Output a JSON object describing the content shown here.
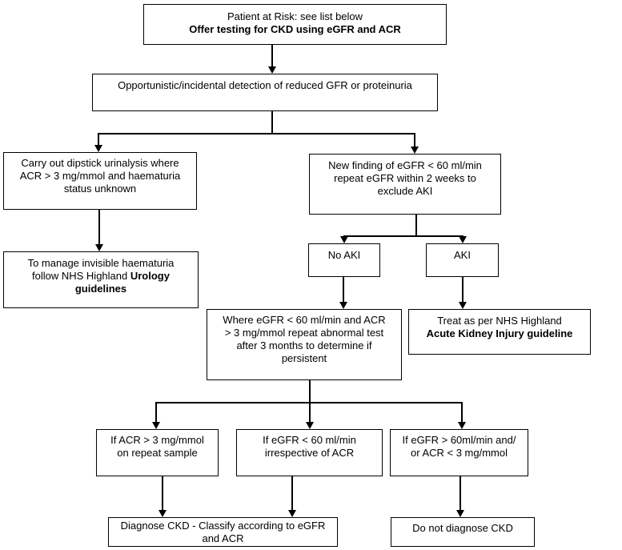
{
  "diagram": {
    "type": "flowchart",
    "topic": "CKD testing and diagnosis pathway",
    "colors": {
      "box_border": "#000000",
      "box_fill": "#ffffff",
      "text": "#000000",
      "connector": "#000000"
    },
    "nodes": {
      "patient_risk": {
        "line1": "Patient at Risk: see list below",
        "line2": "Offer testing for CKD using eGFR and ACR"
      },
      "opportunistic": {
        "line1": "Opportunistic/incidental detection of reduced GFR or proteinuria"
      },
      "dipstick": {
        "line1": "Carry out dipstick urinalysis where",
        "line2": "ACR > 3 mg/mmol and haematuria",
        "line3": "status unknown"
      },
      "new_finding": {
        "line1": "New finding of eGFR < 60 ml/min",
        "line2": "repeat eGFR within 2 weeks to",
        "line3": "exclude AKI"
      },
      "urology": {
        "line1": "To manage invisible haematuria",
        "line2a": "follow NHS Highland ",
        "line2b": "Urology",
        "line3": "guidelines"
      },
      "no_aki": {
        "line1": "No AKI"
      },
      "aki": {
        "line1": "AKI"
      },
      "persistent_check": {
        "line1": "Where eGFR < 60 ml/min and ACR",
        "line2": "> 3 mg/mmol repeat abnormal test",
        "line3": "after 3 months to determine if",
        "line4": "persistent"
      },
      "treat_aki": {
        "line1": "Treat as per NHS Highland",
        "line2": "Acute Kidney Injury guideline"
      },
      "acr_repeat": {
        "line1": "If ACR > 3 mg/mmol",
        "line2": "on repeat sample"
      },
      "egfr_low": {
        "line1": "If eGFR < 60 ml/min",
        "line2": "irrespective of ACR"
      },
      "egfr_normal": {
        "line1": "If eGFR > 60ml/min and/",
        "line2": "or ACR < 3 mg/mmol"
      },
      "diagnose": {
        "line1": "Diagnose CKD - Classify according to eGFR",
        "line2": "and ACR"
      },
      "no_diagnose": {
        "line1": "Do not diagnose CKD"
      }
    }
  }
}
